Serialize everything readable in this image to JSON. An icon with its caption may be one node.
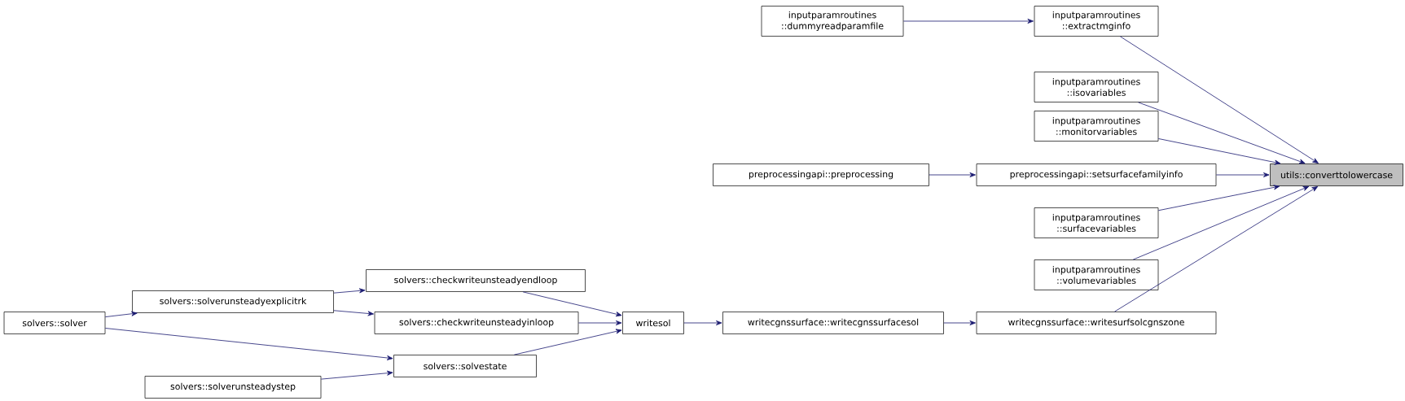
{
  "diagram": {
    "nodes": [
      {
        "text": [
          "utils::converttolowercase"
        ]
      },
      {
        "text": [
          "inputparamroutines ::extractmginfo"
        ]
      },
      {
        "text": [
          "inputparamroutines ::dummyreadparamfile"
        ]
      },
      {
        "text": [
          "inputparamroutines ::isovariables"
        ]
      },
      {
        "text": [
          "inputparamroutines ::monitorvariables"
        ]
      },
      {
        "text": [
          "preprocessingapi::setsurfacefamilyinfo"
        ]
      },
      {
        "text": [
          "preprocessingapi::preprocessing"
        ]
      },
      {
        "text": [
          "inputparamroutines ::surfacevariables"
        ]
      },
      {
        "text": [
          "inputparamroutines ::volumevariables"
        ]
      },
      {
        "text": [
          "writecgnssurface::writesurfsolcgnszone"
        ]
      },
      {
        "text": [
          "writecgnssurface::writecgnssurfacesol"
        ]
      },
      {
        "text": [
          "writesol"
        ]
      },
      {
        "text": [
          "solvers::checkwriteunsteadyendloop"
        ]
      },
      {
        "text": [
          "solvers::checkwriteunsteadyinloop"
        ]
      },
      {
        "text": [
          "solvers::solvestate"
        ]
      },
      {
        "text": [
          "solvers::solverunsteadyexplicitrk"
        ]
      },
      {
        "text": [
          "solvers::solver"
        ]
      },
      {
        "text": [
          "solvers::solverunsteadystep"
        ]
      }
    ],
    "edges": [
      {
        "from": 1,
        "to": 0,
        "arrow": "to"
      },
      {
        "from": 2,
        "to": 1,
        "arrow": "to"
      },
      {
        "from": 3,
        "to": 0,
        "arrow": "to"
      },
      {
        "from": 4,
        "to": 0,
        "arrow": "to"
      },
      {
        "from": 5,
        "to": 0,
        "arrow": "to"
      },
      {
        "from": 6,
        "to": 5,
        "arrow": "to"
      },
      {
        "from": 7,
        "to": 0,
        "arrow": "to"
      },
      {
        "from": 8,
        "to": 0,
        "arrow": "to"
      },
      {
        "from": 9,
        "to": 0,
        "arrow": "to"
      },
      {
        "from": 10,
        "to": 9,
        "arrow": "to"
      },
      {
        "from": 11,
        "to": 10,
        "arrow": "to"
      },
      {
        "from": 12,
        "to": 11,
        "arrow": "to"
      },
      {
        "from": 13,
        "to": 11,
        "arrow": "to"
      },
      {
        "from": 14,
        "to": 11,
        "arrow": "to"
      },
      {
        "from": 15,
        "to": 12,
        "arrow": "to"
      },
      {
        "from": 15,
        "to": 13,
        "arrow": "to"
      },
      {
        "from": 16,
        "to": 15,
        "arrow": "to"
      },
      {
        "from": 16,
        "to": 14,
        "arrow": "to"
      },
      {
        "from": 17,
        "to": 14,
        "arrow": "to"
      }
    ]
  }
}
